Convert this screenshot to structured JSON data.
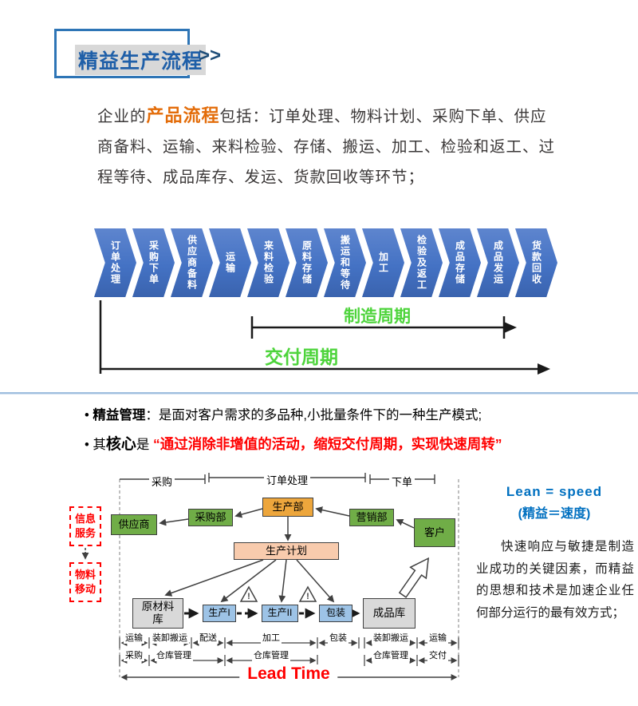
{
  "header": {
    "title": "精益生产流程",
    "suffix": ">>"
  },
  "intro": {
    "pre": "企业的",
    "highlight": "产品流程",
    "rest": "包括：订单处理、物料计划、采购下单、供应商备料、运输、来料检验、存储、搬运、加工、检验和返工、过程等待、成品库存、发运、货款回收等环节；"
  },
  "flow": {
    "steps": [
      "订单处理",
      "采购下单",
      "供应商备料",
      "运输",
      "来料检验",
      "原料存储",
      "搬运和等待",
      "加工",
      "检验及返工",
      "成品存储",
      "成品发运",
      "货款回收"
    ],
    "manufacture_label": "制造周期",
    "delivery_label": "交付周期"
  },
  "bullets": {
    "mark": "•",
    "b1": {
      "bold": "精益管理",
      "rest": "：是面对客户需求的多品种,小批量条件下的一种生产模式;"
    },
    "b2": {
      "pre": "其",
      "bold": "核心",
      "mid": "是 ",
      "red": "“通过消除非增值的活动，缩短交付周期，实现快速周转”"
    }
  },
  "diagram": {
    "brackets": [
      "采购",
      "订单处理",
      "下单"
    ],
    "side": [
      "信息服务",
      "物料移动"
    ],
    "boxes": {
      "supplier": "供应商",
      "purchasing": "采购部",
      "production": "生产部",
      "marketing": "营销部",
      "customer": "客户",
      "plan": "生产计划",
      "raw_warehouse": "原材料库",
      "prod1": "生产I",
      "prod2": "生产II",
      "packing": "包装",
      "finished_warehouse": "成品库"
    },
    "warning_mark": "!",
    "row1": [
      "运输",
      "装卸搬运",
      "配送",
      "加工",
      "包装",
      "装卸搬运",
      "运输"
    ],
    "row2": [
      "采购",
      "仓库管理",
      "仓库管理",
      "仓库管理",
      "交付"
    ],
    "lead_time": "Lead Time"
  },
  "lean": {
    "headline1": "Lean = speed",
    "headline2": "(精益＝速度)",
    "body": "快速响应与敏捷是制造业成功的关键因素，而精益的思想和技术是加速企业任何部分运行的最有效方式；"
  },
  "colors": {
    "accent_blue": "#2E75B6",
    "chevron_blue": "#4472C4",
    "cycle_green": "#4ED43C",
    "highlight_orange": "#E36C09",
    "alert_red": "#FF0000",
    "lean_blue": "#0070C0"
  }
}
